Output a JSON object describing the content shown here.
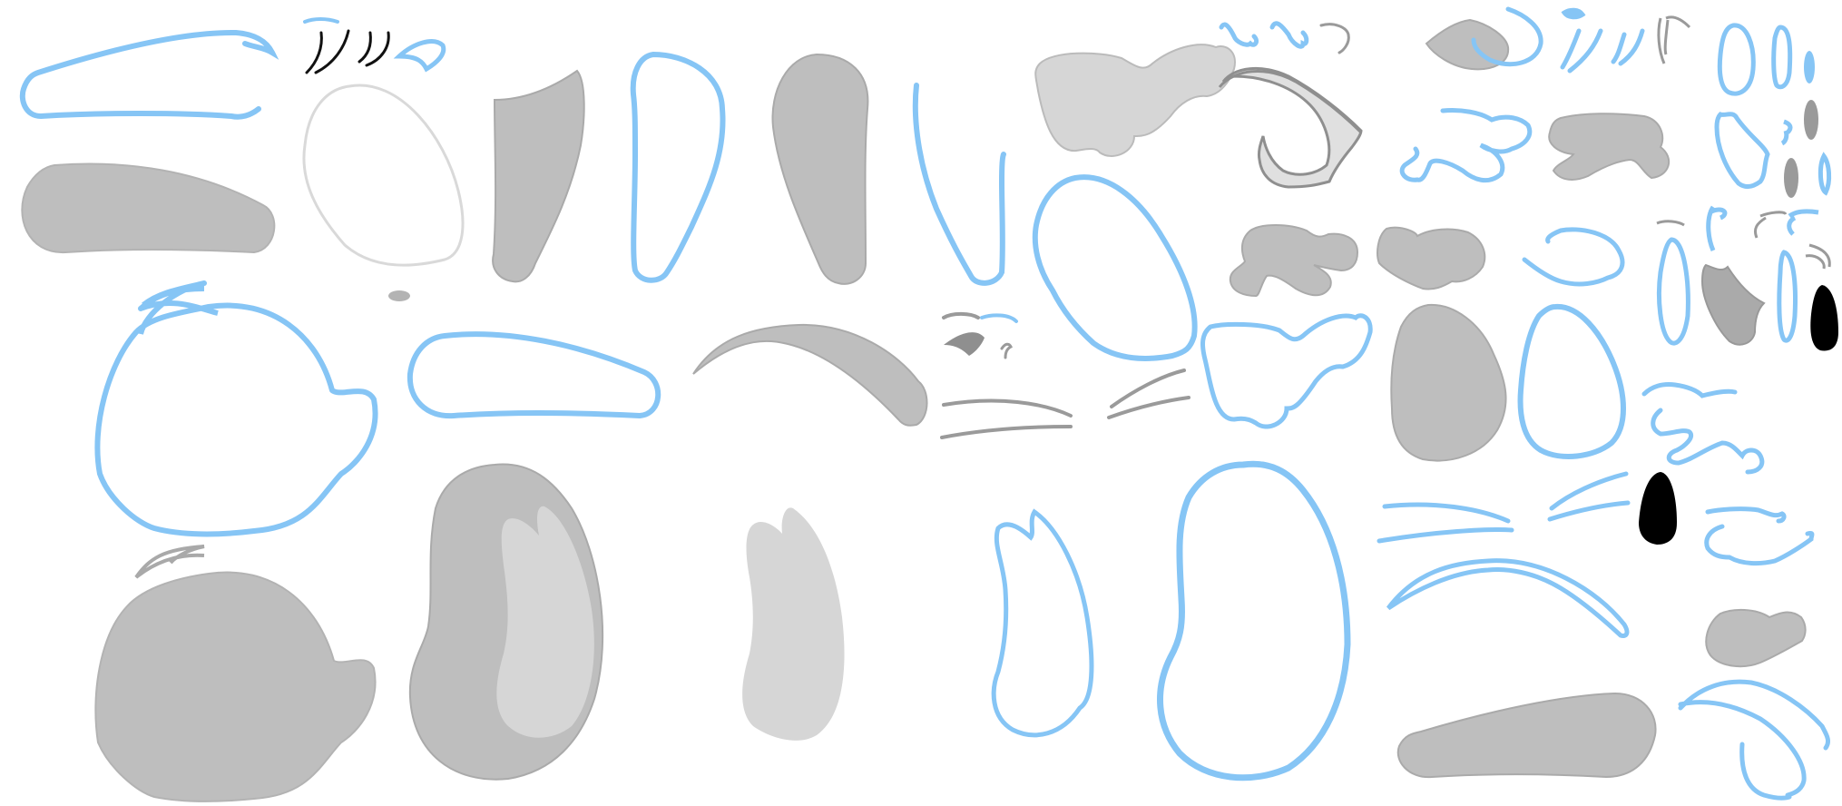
{
  "sprite_sheet": {
    "background": "#ffffff",
    "colors": {
      "blue_outline": "#86c5f5",
      "gray_fill": "#bebebe",
      "light_gray_fill": "#d6d6d6",
      "dark_gray": "#8f8f8f",
      "black": "#000000",
      "white": "#ffffff"
    },
    "shapes": [
      "eyebrow-outline-left",
      "eyebrow-fill-left",
      "lash-strokes",
      "eye-white-outline",
      "small-pupil-dot",
      "head-outline",
      "head-fill",
      "eyebrow-outline-right",
      "egg-fill-with-highlight",
      "paddle-fill-tall",
      "drop-outline-tall",
      "drop-fill-tall",
      "brow-arc-fill",
      "hook-outline",
      "cloud-fill-large",
      "swoosh-dark",
      "egg-outline-medium",
      "cloud-outline",
      "small-lash-strokes",
      "cat-ear-outline",
      "bean-outline-large",
      "mini-cloud-fills",
      "mini-blue-strokes",
      "eyebrow-fill-bottom",
      "egg-fill-small",
      "egg-outline-small",
      "tiny-pupil-parts",
      "black-pupils",
      "swoosh-blue-outlines"
    ]
  }
}
